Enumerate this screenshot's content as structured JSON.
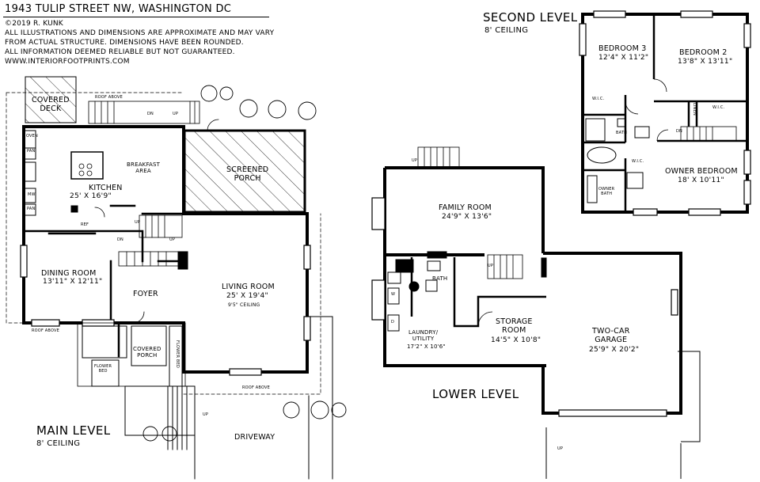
{
  "header": {
    "address": "1943 TULIP STREET NW, WASHINGTON DC",
    "copyright": "©2019 R. KUNK",
    "disclaimer_1": "ALL ILLUSTRATIONS AND DIMENSIONS ARE APPROXIMATE AND MAY VARY",
    "disclaimer_2": "FROM ACTUAL STRUCTURE. DIMENSIONS HAVE BEEN ROUNDED.",
    "disclaimer_3": "ALL INFORMATION DEEMED RELIABLE BUT NOT GUARANTEED.",
    "website": "WWW.INTERIORFOOTPRINTS.COM"
  },
  "main_level": {
    "title": "MAIN LEVEL",
    "ceiling": "8' CEILING",
    "covered_deck": "COVERED\nDECK",
    "roof_above_top": "ROOF ABOVE",
    "roof_above_left": "ROOF ABOVE",
    "roof_above_bottom": "ROOF ABOVE",
    "kitchen_name": "KITCHEN",
    "kitchen_dim": "25' X 16'9\"",
    "breakfast_area": "BREAKFAST\nAREA",
    "screened_porch": "SCREENED\nPORCH",
    "dining_name": "DINING ROOM",
    "dining_dim": "13'11\" X 12'11\"",
    "foyer": "FOYER",
    "living_name": "LIVING ROOM",
    "living_dim": "25' X 19'4\"",
    "living_ceiling": "9'5\" CEILING",
    "covered_porch": "COVERED\nPORCH",
    "flower_bed_left": "FLOWER\nBED",
    "flower_bed_right": "FLOWER BED",
    "driveway": "DRIVEWAY",
    "oven": "OVEN",
    "pan_1": "PAN",
    "pan_2": "PAN",
    "mw": "MW",
    "ref": "REF",
    "dn_deck": "DN",
    "up_deck": "UP",
    "up_stair": "UP",
    "dn_stair": "DN",
    "up_stair_2": "UP",
    "up_front": "UP"
  },
  "lower_level": {
    "title": "LOWER LEVEL",
    "family_name": "FAMILY ROOM",
    "family_dim": "24'9\" X 13'6\"",
    "bath": "BATH",
    "laundry_name": "LAUNDRY/\nUTILITY",
    "laundry_dim": "17'2\" X 10'6\"",
    "storage_name": "STORAGE\nROOM",
    "storage_dim": "14'5\" X 10'8\"",
    "garage_name": "TWO-CAR\nGARAGE",
    "garage_dim": "25'9\" X 20'2\"",
    "washer": "W",
    "dryer": "D",
    "up_exterior": "UP",
    "up_stair": "UP",
    "up_garage": "UP"
  },
  "second_level": {
    "title": "SECOND LEVEL",
    "ceiling": "8' CEILING",
    "bedroom3_name": "BEDROOM 3",
    "bedroom3_dim": "12'4\" X 11'2\"",
    "bedroom2_name": "BEDROOM 2",
    "bedroom2_dim": "13'8\" X 13'11\"",
    "wic_1": "W.I.C.",
    "wic_2": "W.I.C.",
    "wic_3": "W.I.C.",
    "linen": "LINEN",
    "bath": "BATH",
    "dn": "DN",
    "owner_bedroom_name": "OWNER BEDROOM",
    "owner_bedroom_dim": "18' X 10'11\"",
    "owner_bath": "OWNER\nBATH"
  },
  "colors": {
    "line": "#000000",
    "background": "#ffffff"
  }
}
